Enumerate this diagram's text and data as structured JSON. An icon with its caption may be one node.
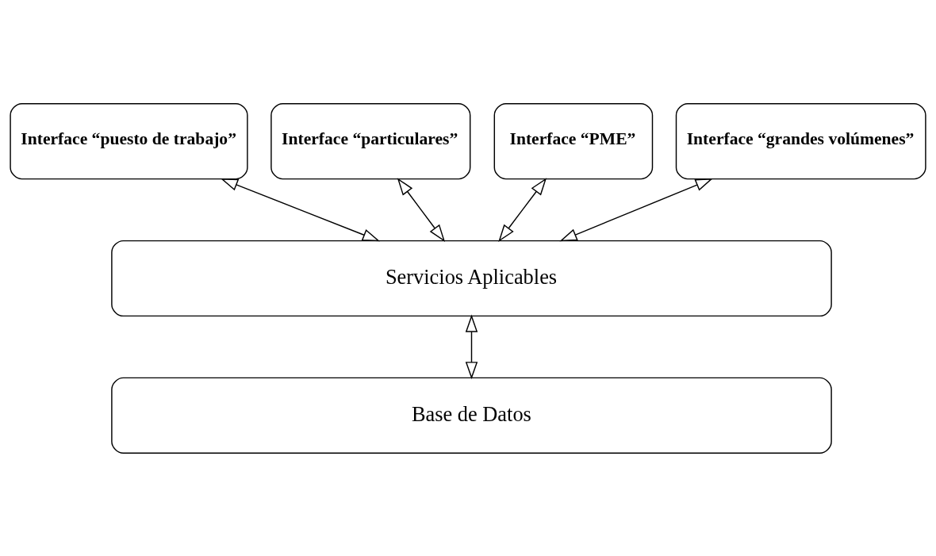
{
  "diagram": {
    "nodes": [
      {
        "text": [
          "Interface “puesto de trabajo”"
        ]
      },
      {
        "text": [
          "Interface “particulares”"
        ]
      },
      {
        "text": [
          "Interface “PME”"
        ]
      },
      {
        "text": [
          "Interface “grandes volúmenes”"
        ]
      },
      {
        "text": [
          "Servicios Aplicables"
        ]
      },
      {
        "text": [
          "Base de Datos"
        ]
      }
    ],
    "edges": [
      {
        "from": 0,
        "to": 4,
        "arrow": "both"
      },
      {
        "from": 1,
        "to": 4,
        "arrow": "both"
      },
      {
        "from": 2,
        "to": 4,
        "arrow": "both"
      },
      {
        "from": 3,
        "to": 4,
        "arrow": "both"
      },
      {
        "from": 4,
        "to": 5,
        "arrow": "both"
      }
    ]
  }
}
